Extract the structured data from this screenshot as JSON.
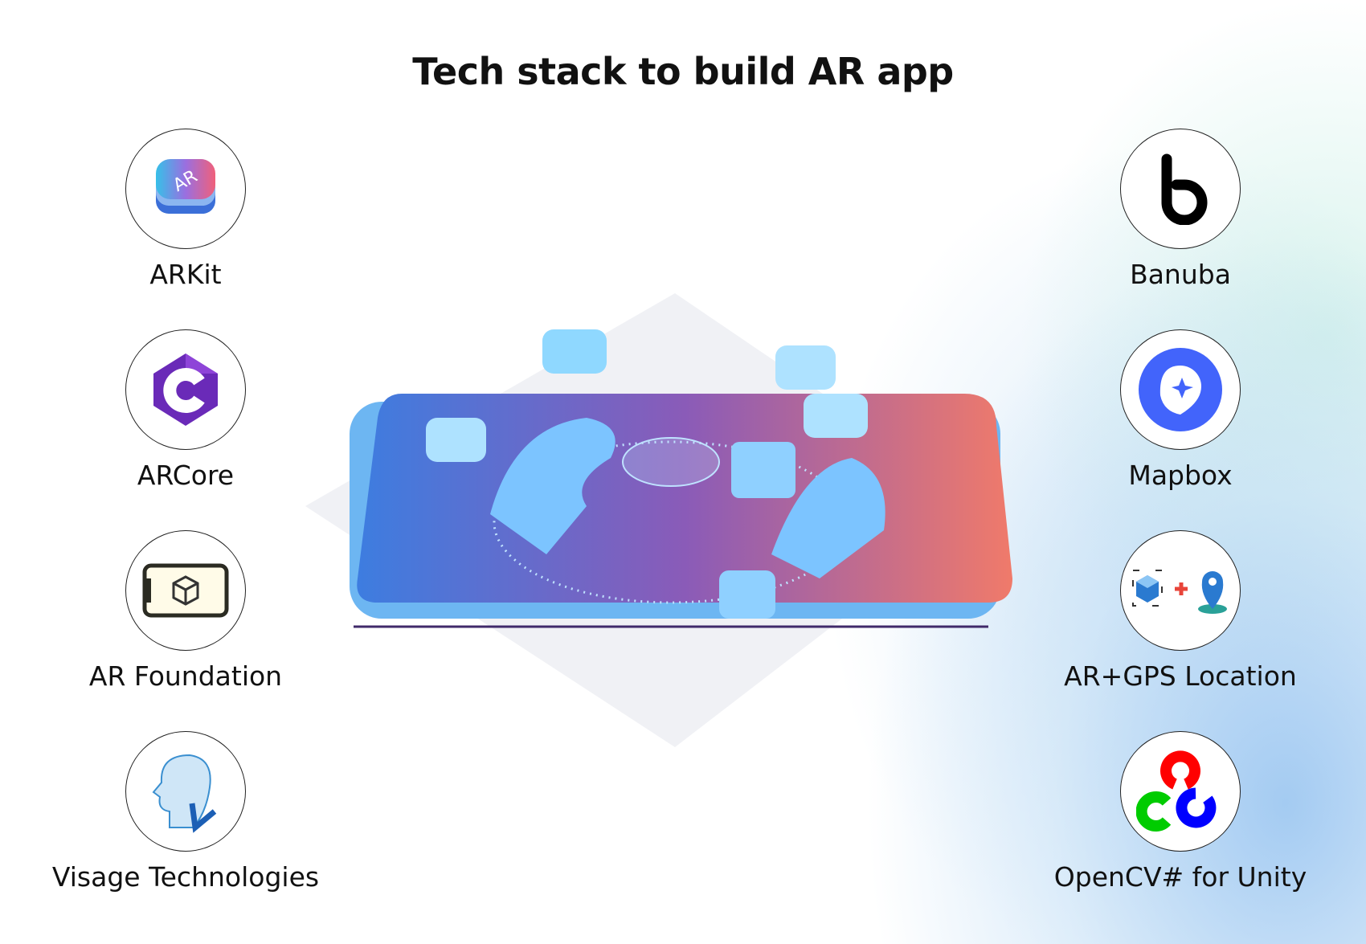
{
  "title": "Tech stack to build AR app",
  "left": [
    {
      "label": "ARKit",
      "icon": "arkit-logo"
    },
    {
      "label": "ARCore",
      "icon": "arcore-logo"
    },
    {
      "label": "AR Foundation",
      "icon": "ar-foundation-logo"
    },
    {
      "label": "Visage Technologies",
      "icon": "visage-logo"
    }
  ],
  "right": [
    {
      "label": "Banuba",
      "icon": "banuba-logo"
    },
    {
      "label": "Mapbox",
      "icon": "mapbox-logo"
    },
    {
      "label": "AR+GPS Location",
      "icon": "ar-gps-logo"
    },
    {
      "label": "OpenCV# for Unity",
      "icon": "opencv-logo"
    }
  ]
}
